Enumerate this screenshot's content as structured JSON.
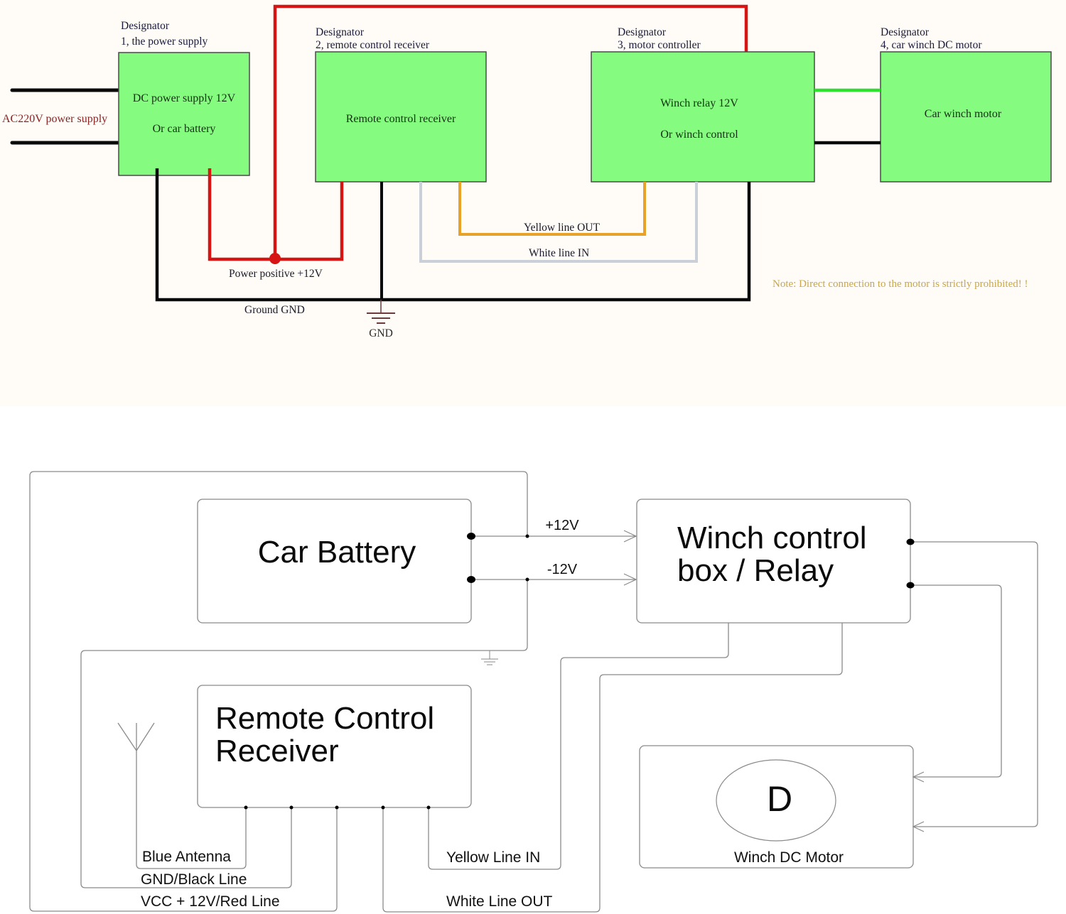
{
  "colors": {
    "top_bg": "#fffcf7",
    "bottom_bg": "#ffffff",
    "block_fill": "#85fb7f",
    "block_stroke": "#4a4a4a",
    "wire_red": "#d71414",
    "wire_black": "#0a0a0a",
    "wire_orange": "#e8a229",
    "wire_white": "#c9d0d8",
    "wire_green": "#2ee02e",
    "ac_label": "#8b2323",
    "note_text": "#c9a64b",
    "gnd_symbol": "#6b3a3a",
    "schematic_line": "#8a8a8a"
  },
  "top_diagram": {
    "ac_supply_label": "AC220V power supply",
    "blocks": [
      {
        "designator": "Designator",
        "designator_desc": "1, the power supply",
        "lines": [
          "DC power supply 12V",
          "Or car battery"
        ]
      },
      {
        "designator": "Designator",
        "designator_desc": "2, remote control receiver",
        "lines": [
          "Remote control receiver"
        ]
      },
      {
        "designator": "Designator",
        "designator_desc": "3, motor controller",
        "lines": [
          "Winch relay 12V",
          "Or winch control"
        ]
      },
      {
        "designator": "Designator",
        "designator_desc": "4, car winch DC motor",
        "lines": [
          "Car winch motor"
        ]
      }
    ],
    "wire_labels": {
      "power_positive": "Power positive +12V",
      "ground": "Ground   GND",
      "gnd_symbol": "GND",
      "yellow": "Yellow line   OUT",
      "white": "White line   IN"
    },
    "note": "Note: Direct connection to the motor is strictly prohibited!   !"
  },
  "bottom_diagram": {
    "car_battery": "Car Battery",
    "plus_label": "+12V",
    "minus_label": "-12V",
    "winch_box_line1": "Winch control",
    "winch_box_line2": "box / Relay",
    "receiver_line1": "Remote Control",
    "receiver_line2": "Receiver",
    "motor_symbol": "D",
    "motor_label": "Winch DC Motor",
    "wire_labels": {
      "antenna": "Blue Antenna",
      "gnd": "GND/Black Line",
      "vcc": "VCC + 12V/Red Line",
      "yellow": "Yellow Line IN",
      "white": "White Line OUT"
    }
  }
}
